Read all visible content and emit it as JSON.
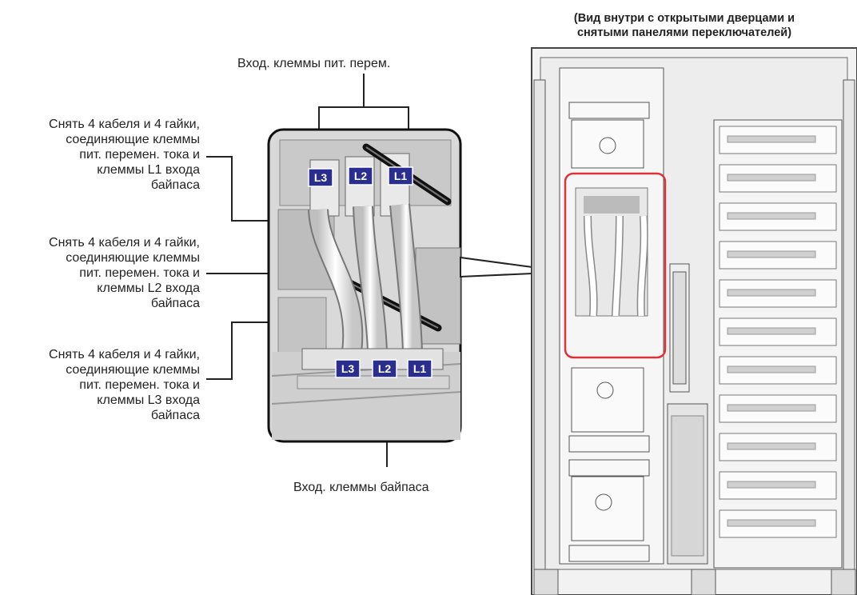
{
  "diagram": {
    "view_title": [
      "(Вид внутри с открытыми дверцами и",
      "снятыми панелями переключателей)"
    ],
    "label_top": "Вход. клеммы пит. перем.",
    "label_bottom": "Вход. клеммы байпаса",
    "callouts": [
      [
        "Снять 4 кабеля и 4 гайки,",
        "соединяющие клеммы",
        "пит. перемен. тока и",
        "клеммы L1 входа",
        "байпаса"
      ],
      [
        "Снять 4 кабеля и 4 гайки,",
        "соединяющие клеммы",
        "пит. перемен. тока и",
        "клеммы L2 входа",
        "байпаса"
      ],
      [
        "Снять 4 кабеля и 4 гайки,",
        "соединяющие клеммы",
        "пит. перемен. тока и",
        "клеммы L3 входа",
        "байпаса"
      ]
    ],
    "terminal_labels_top": [
      "L3",
      "L2",
      "L1"
    ],
    "terminal_labels_bottom": [
      "L3",
      "L2",
      "L1"
    ],
    "colors": {
      "label_fill": "#2a2f8f",
      "highlight": "#d8343a",
      "line": "#222222"
    }
  }
}
